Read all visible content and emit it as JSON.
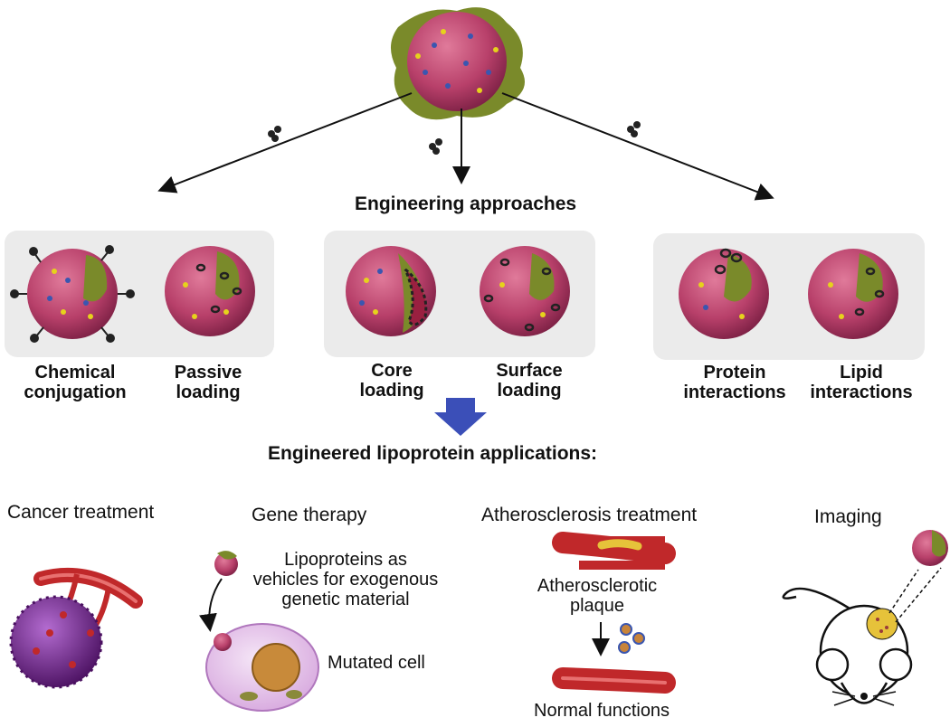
{
  "header": {
    "approaches_title": "Engineering approaches",
    "applications_title": "Engineered lipoprotein applications:"
  },
  "approaches": [
    {
      "line1": "Chemical",
      "line2": "conjugation"
    },
    {
      "line1": "Passive",
      "line2": "loading"
    },
    {
      "line1": "Core",
      "line2": "loading"
    },
    {
      "line1": "Surface",
      "line2": "loading"
    },
    {
      "line1": "Protein",
      "line2": "interactions"
    },
    {
      "line1": "Lipid",
      "line2": "interactions"
    }
  ],
  "applications": {
    "cancer": {
      "title": "Cancer treatment"
    },
    "gene": {
      "title": "Gene therapy",
      "desc_line1": "Lipoproteins as",
      "desc_line2": "vehicles for exogenous",
      "desc_line3": "genetic material",
      "cell_label": "Mutated cell"
    },
    "athero": {
      "title": "Atherosclerosis treatment",
      "plaque_line1": "Atherosclerotic",
      "plaque_line2": "plaque",
      "result": "Normal functions"
    },
    "imaging": {
      "title": "Imaging"
    }
  },
  "colors": {
    "particle": "#b8406a",
    "apoprotein": "#7a8a2a",
    "payload": "#222222",
    "vessel": "#c0282a",
    "tumor": "#7a2b8c",
    "down_arrow": "#3b4fb8"
  }
}
